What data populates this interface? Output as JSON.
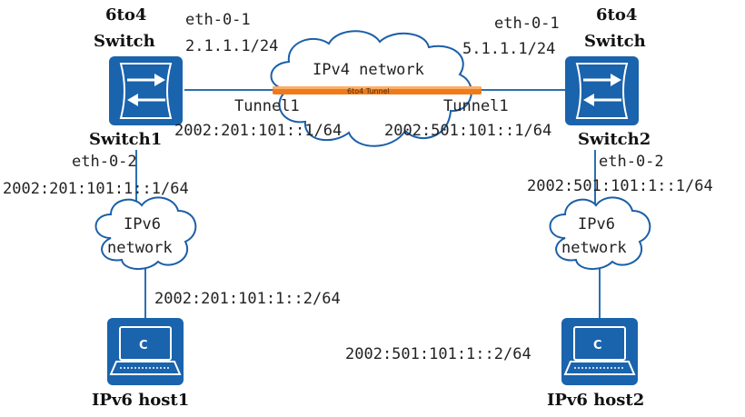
{
  "switch1": {
    "type_line1": "6to4",
    "type_line2": "Switch",
    "name": "Switch1",
    "eth01_name": "eth-0-1",
    "eth01_ip": "2.1.1.1/24",
    "eth02_name": "eth-0-2",
    "eth02_ip": "2002:201:101:1::1/64",
    "tunnel_name": "Tunnel1",
    "tunnel_ip": "2002:201:101::1/64"
  },
  "switch2": {
    "type_line1": "6to4",
    "type_line2": "Switch",
    "name": "Switch2",
    "eth01_name": "eth-0-1",
    "eth01_ip": "5.1.1.1/24",
    "eth02_name": "eth-0-2",
    "eth02_ip": "2002:501:101:1::1/64",
    "tunnel_name": "Tunnel1",
    "tunnel_ip": "2002:501:101::1/64"
  },
  "ipv4_cloud": {
    "label": "IPv4 network"
  },
  "tunnel": {
    "label": "6to4 Tunnel",
    "color": "#f07a1a"
  },
  "ipv6_cloud_left": {
    "line1": "IPv6",
    "line2": "network"
  },
  "ipv6_cloud_right": {
    "line1": "IPv6",
    "line2": "network"
  },
  "host1": {
    "name": "IPv6 host1",
    "ip": "2002:201:101:1::2/64",
    "icon_letter": "C"
  },
  "host2": {
    "name": "IPv6 host2",
    "ip": "2002:501:101:1::2/64",
    "icon_letter": "C"
  },
  "colors": {
    "device": "#1a63ad",
    "wire": "#2a6fb3",
    "cloud_stroke": "#1b5fa8"
  }
}
